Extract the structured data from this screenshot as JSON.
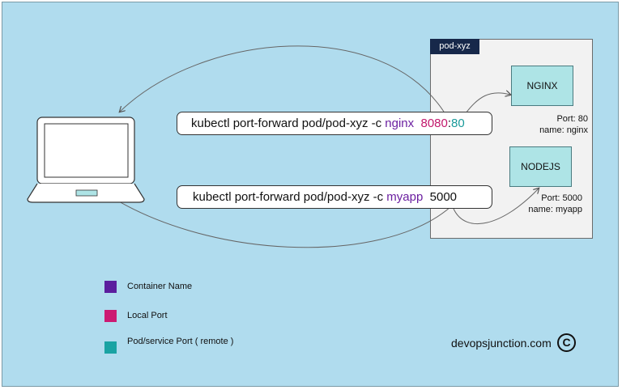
{
  "pod": {
    "label": "pod-xyz"
  },
  "containers": [
    {
      "name": "NGINX",
      "port_line": "Port: 80",
      "name_line": "name: nginx"
    },
    {
      "name": "NODEJS",
      "port_line": "Port: 5000",
      "name_line": "name: myapp"
    }
  ],
  "commands": [
    {
      "prefix": "kubectl port-forward pod/pod-xyz -c ",
      "container": "nginx",
      "local_port": "8080",
      "separator": ":",
      "remote_port": "80"
    },
    {
      "prefix": "kubectl port-forward pod/pod-xyz -c ",
      "container": "myapp",
      "local_port": "5000"
    }
  ],
  "legend": [
    {
      "label": "Container Name",
      "color": "#5b1e9e"
    },
    {
      "label": "Local Port",
      "color": "#cc1a72"
    },
    {
      "label": "Pod/service Port ( remote )",
      "color": "#1aa3a3"
    }
  ],
  "footer": {
    "brand": "devopsjunction.com",
    "copyright_symbol": "C"
  },
  "colors": {
    "background": "#b0dcee",
    "container_name": "#6b1fa0",
    "local_port": "#c2186b",
    "remote_port": "#1a9a9a",
    "pod_label_bg": "#17284a",
    "container_fill": "#aee4e6"
  },
  "icons": {
    "laptop": "laptop-icon"
  }
}
